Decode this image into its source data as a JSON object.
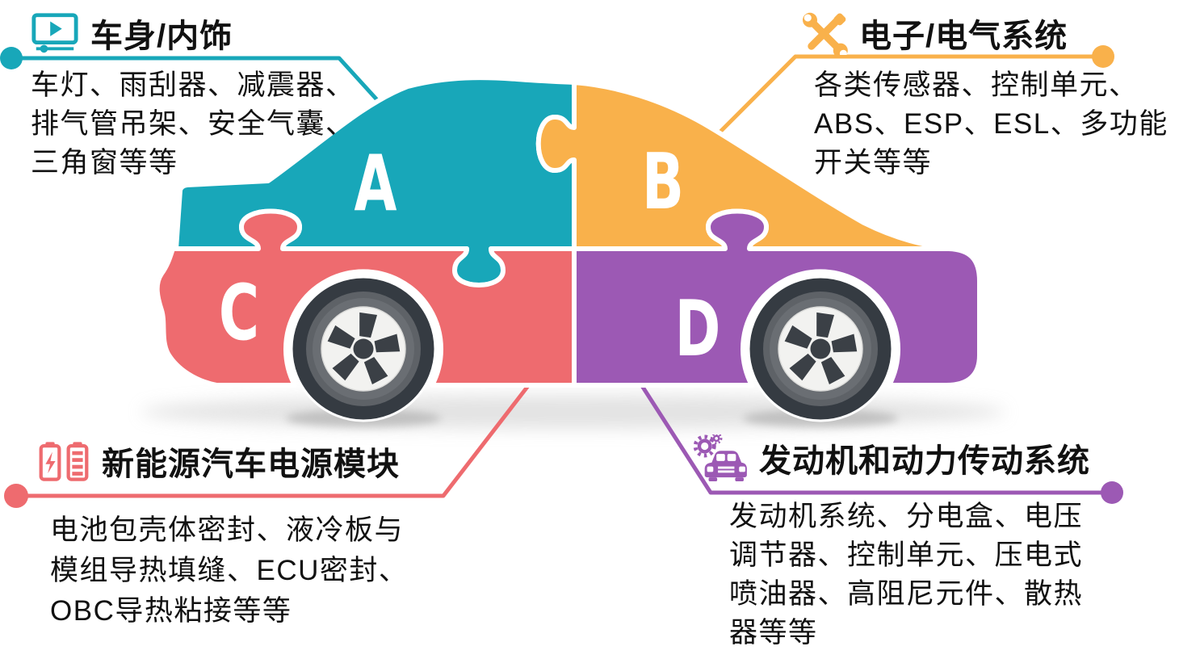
{
  "diagram_title": "汽车四大系统拼图示意 (car puzzle infographic)",
  "pieces": {
    "a": {
      "label": "A",
      "color": "#18a7b9"
    },
    "b": {
      "label": "B",
      "color": "#f9b14b"
    },
    "c": {
      "label": "C",
      "color": "#ee6b6f"
    },
    "d": {
      "label": "D",
      "color": "#9c59b4"
    }
  },
  "panels": {
    "top_left": {
      "icon": "video-player-icon",
      "accent": "#18a7b9",
      "title": "车身/内饰",
      "lines": [
        "车灯、雨刮器、减震器、",
        "排气管吊架、安全气囊、",
        "三角窗等等"
      ]
    },
    "top_right": {
      "icon": "tools-icon",
      "accent": "#f9b14b",
      "title": "电子/电气系统",
      "lines": [
        "各类传感器、控制单元、",
        "ABS、ESP、ESL、多功能",
        "开关等等"
      ]
    },
    "bottom_left": {
      "icon": "battery-icon",
      "accent": "#ee6b6f",
      "title": "新能源汽车电源模块",
      "lines": [
        "电池包壳体密封、液冷板与",
        "模组导热填缝、ECU密封、",
        "OBC导热粘接等等"
      ]
    },
    "bottom_right": {
      "icon": "gear-car-icon",
      "accent": "#9c59b4",
      "title": "发动机和动力传动系统",
      "lines": [
        "发动机系统、分电盒、电压",
        "调节器、控制单元、压电式",
        "喷油器、高阻尼元件、散热",
        "器等等"
      ]
    }
  }
}
